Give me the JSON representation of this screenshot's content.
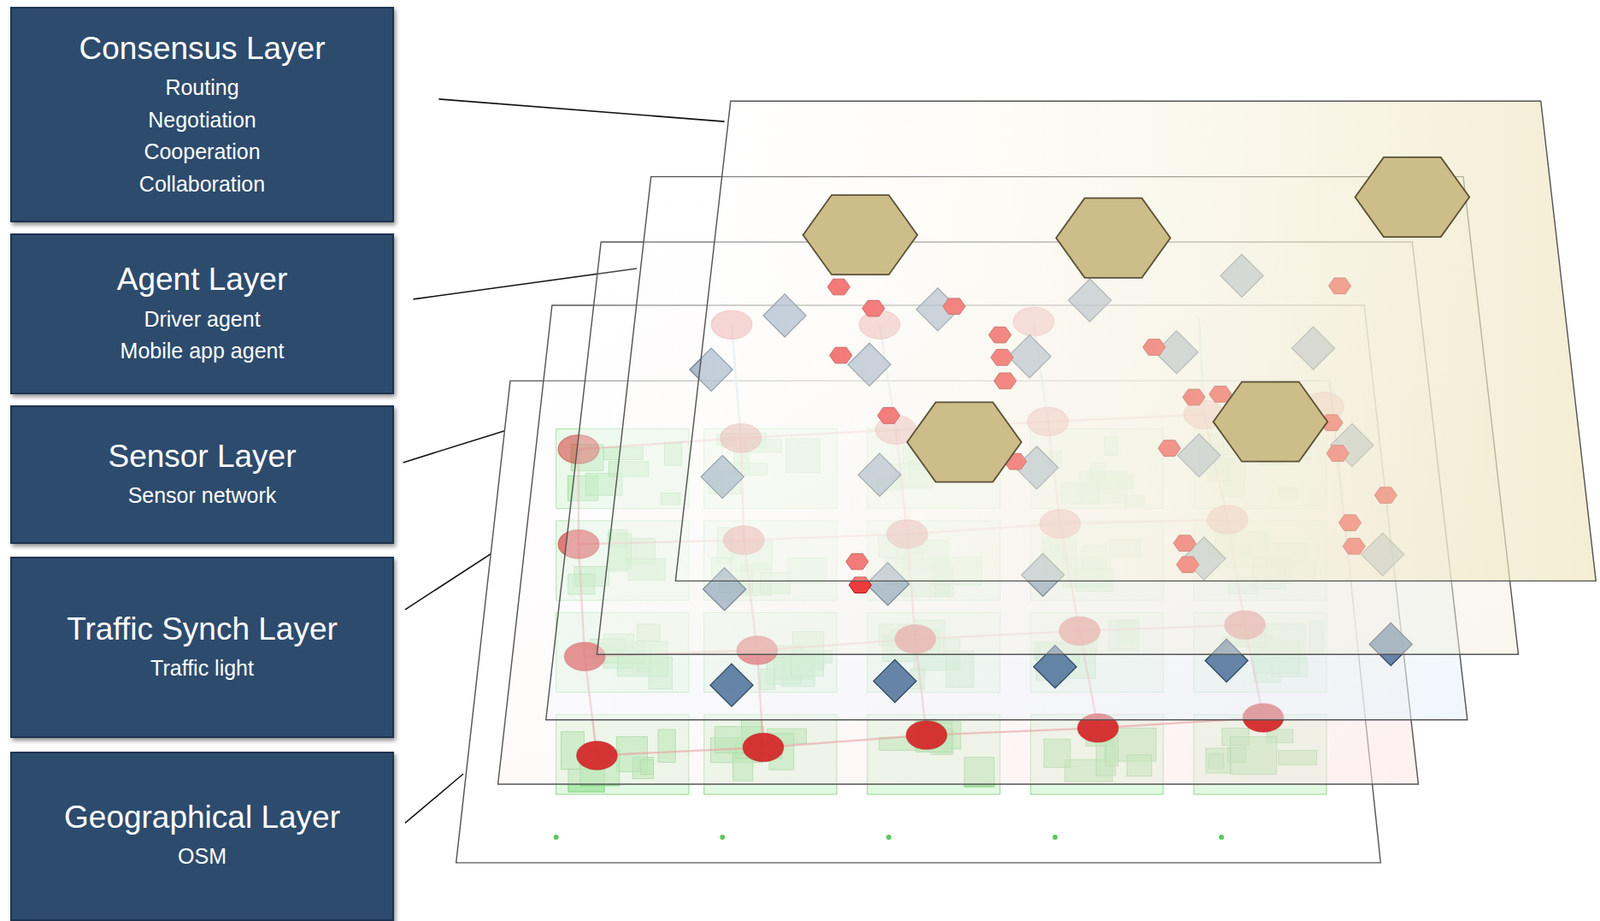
{
  "diagram": {
    "nodes": [
      {
        "text": [
          "Consensus Layer",
          "Routing",
          "Negotiation",
          "Cooperation",
          "Collaboration"
        ]
      },
      {
        "text": [
          "Agent Layer",
          "Driver agent",
          "Mobile app agent"
        ]
      },
      {
        "text": [
          "Sensor Layer",
          "Sensor network"
        ]
      },
      {
        "text": [
          "Traffic Synch Layer",
          "Traffic light"
        ]
      },
      {
        "text": [
          "Geographical Layer",
          "OSM"
        ]
      }
    ]
  }
}
